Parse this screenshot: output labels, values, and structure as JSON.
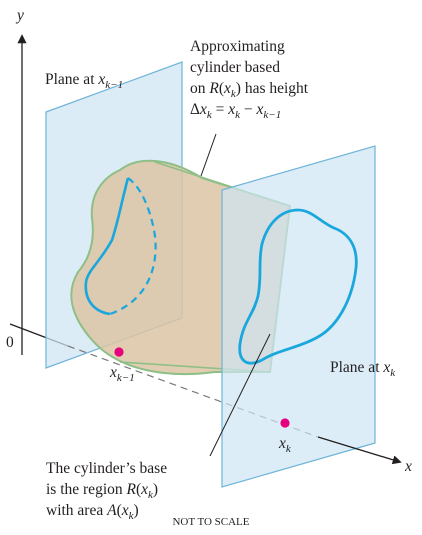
{
  "axes": {
    "x": "x",
    "y": "y",
    "origin": "0"
  },
  "labels": {
    "plane_prev": {
      "text": "Plane at ",
      "var": "x",
      "sub": "k−1"
    },
    "plane_curr": {
      "text": "Plane at ",
      "var": "x",
      "sub": "k"
    },
    "tick_prev": {
      "var": "x",
      "sub": "k−1"
    },
    "tick_curr": {
      "var": "x",
      "sub": "k"
    },
    "approx": {
      "line1": "Approximating",
      "line2": "cylinder based",
      "line3_pre": "on ",
      "line3_R": "R",
      "line3_paren_open": "(",
      "line3_x": "x",
      "line3_sub": "k",
      "line3_post": ") has height",
      "line4_delta": "Δ",
      "line4_x": "x",
      "line4_sub": "k",
      "line4_eq": " = ",
      "line4_x2": "x",
      "line4_sub2": "k",
      "line4_minus": " − ",
      "line4_x3": "x",
      "line4_sub3": "k−1"
    },
    "base": {
      "line1": "The cylinder’s base",
      "line2_pre": "is the region ",
      "line2_R": "R",
      "line2_open": "(",
      "line2_x": "x",
      "line2_sub": "k",
      "line2_close": ")",
      "line3_pre": "with area ",
      "line3_A": "A",
      "line3_open": "(",
      "line3_x": "x",
      "line3_sub": "k",
      "line3_close": ")"
    },
    "scale_note": "NOT TO SCALE"
  },
  "colors": {
    "plane_fill": "#cfe6f3",
    "plane_stroke": "#6fb4d8",
    "cylinder_fill": "#dcc4a4",
    "cylinder_stroke": "#8dbf86",
    "curve": "#1aa7dd",
    "point": "#e6007e",
    "axis": "#231f20"
  }
}
